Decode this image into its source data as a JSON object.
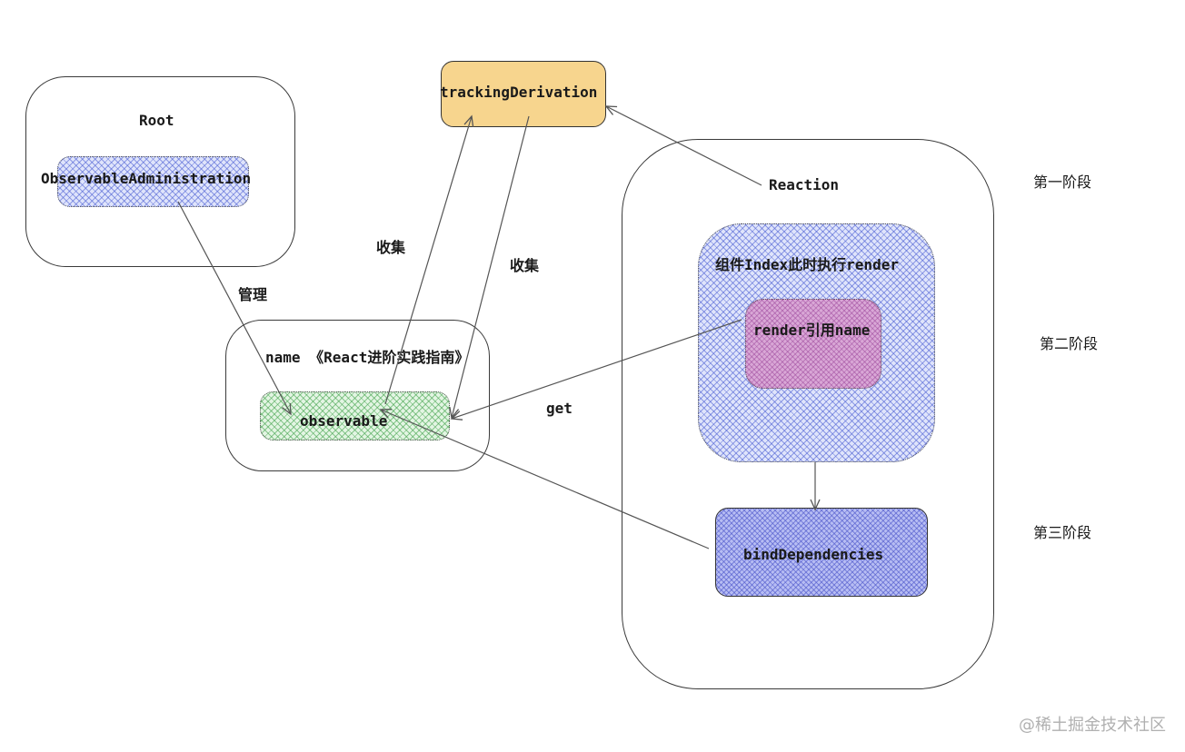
{
  "nodes": {
    "root_title": "Root",
    "observable_admin": "ObservableAdministration",
    "tracking_derivation": "trackingDerivation",
    "name_title": "name 《React进阶实践指南》",
    "observable": "observable",
    "reaction": "Reaction",
    "component_render": "组件Index此时执行render",
    "render_ref": "render引用name",
    "bind_dependencies": "bindDependencies"
  },
  "edge_labels": {
    "manage": "管理",
    "collect_left": "收集",
    "collect_right": "收集",
    "get": "get"
  },
  "stages": {
    "stage1": "第一阶段",
    "stage2": "第二阶段",
    "stage3": "第三阶段"
  },
  "watermark": "@稀土掘金技术社区",
  "colors": {
    "observable_admin_fill": "#dfe4fb",
    "observable_fill": "#e3f5e3",
    "tracking_fill": "#f7d58e",
    "render_ref_fill": "#d9a7d6",
    "bind_fill": "#b7bdf3",
    "arrow": "#555555"
  }
}
